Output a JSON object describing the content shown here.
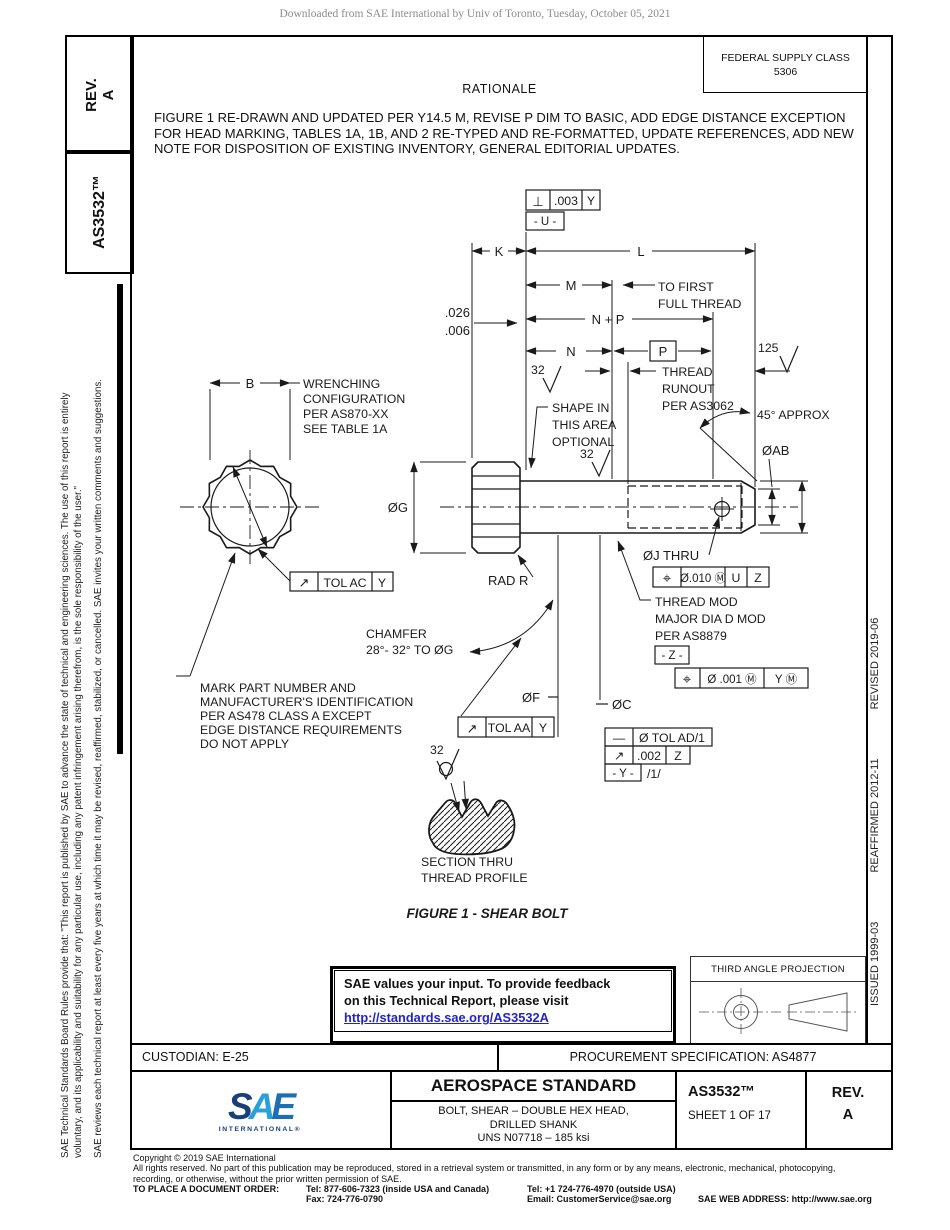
{
  "page": {
    "watermark": "Downloaded from SAE International by Univ of Toronto, Tuesday, October 05, 2021"
  },
  "colors": {
    "link_blue": "#2222cc",
    "logo_dark_blue": "#173f7c",
    "logo_light_blue": "#2aa0d8",
    "line_black": "#1a1a1a"
  },
  "sidebar": {
    "rev_label": "REV.",
    "rev_value": "A",
    "doc_number": "AS3532™",
    "boilerplate1a": "SAE Technical Standards Board Rules provide that: \"This report is published by SAE to advance the state of technical and engineering sciences. The use of this report is entirely",
    "boilerplate1b": "voluntary, and its applicability and suitability for any particular use, including any patent infringement arising therefrom, is the sole responsibility of the user.\"",
    "boilerplate2": "SAE reviews each technical report at least every five years at which time it may be revised, reaffirmed, stabilized, or cancelled. SAE invites your written comments and suggestions."
  },
  "header": {
    "fsc_label": "FEDERAL SUPPLY CLASS",
    "fsc_value": "5306",
    "rationale_title": "RATIONALE",
    "rationale_text": "FIGURE 1 RE-DRAWN AND UPDATED PER Y14.5 M, REVISE P DIM TO BASIC, ADD EDGE DISTANCE EXCEPTION FOR HEAD MARKING, TABLES 1A, 1B, AND 2 RE-TYPED AND RE-FORMATTED, UPDATE REFERENCES, ADD NEW NOTE FOR DISPOSITION OF EXISTING INVENTORY, GENERAL EDITORIAL UPDATES."
  },
  "figure": {
    "caption": "FIGURE 1 - SHEAR BOLT",
    "dims": {
      "B": "B",
      "K": "K",
      "L": "L",
      "M": "M",
      "N": "N",
      "P": "P",
      "NP": "N + P",
      "tol_upper": ".026",
      "tol_lower": ".006",
      "dia_g": "ØG",
      "dia_ab": "ØAB",
      "dia_c": "ØC",
      "dia_f": "ØF",
      "dia_j": "ØJ THRU",
      "rad_r": "RAD R",
      "angle": "45° APPROX",
      "f32": "32",
      "f125": "125"
    },
    "notes": {
      "to_first": [
        "TO FIRST",
        "FULL THREAD"
      ],
      "wrenching": [
        "WRENCHING",
        "CONFIGURATION",
        "PER AS870-XX",
        "SEE TABLE 1A"
      ],
      "shape": [
        "SHAPE IN",
        "THIS AREA",
        "OPTIONAL"
      ],
      "runout": [
        "THREAD",
        "RUNOUT",
        "PER AS3062"
      ],
      "thread_mod": [
        "THREAD MOD",
        "MAJOR DIA D MOD",
        "PER AS8879"
      ],
      "mark": [
        "MARK PART NUMBER AND",
        "MANUFACTURER'S IDENTIFICATION",
        "PER AS478 CLASS A EXCEPT",
        "EDGE DISTANCE REQUIREMENTS",
        "DO NOT APPLY"
      ],
      "chamfer": [
        "CHAMFER",
        "28°- 32° TO ØG"
      ],
      "section": [
        "SECTION THRU",
        "THREAD PROFILE"
      ]
    },
    "fcf": {
      "perp": [
        "⊥",
        ".003",
        "Y"
      ],
      "datum_u": "- U -",
      "datum_z": "- Z -",
      "datum_y": "- Y -",
      "datum_y_suffix": "/1/",
      "tol_ac": [
        "↗",
        "TOL AC",
        "Y"
      ],
      "tol_aa": [
        "↗",
        "TOL AA",
        "Y"
      ],
      "pos_hole": [
        "⌖",
        "Ø.010 Ⓜ",
        "U",
        "Z"
      ],
      "pos_thread": [
        "⌖",
        "Ø .001 Ⓜ",
        "Y Ⓜ"
      ],
      "straightness": [
        "—",
        "Ø TOL AD/1"
      ],
      "runout_002": [
        "↗",
        ".002",
        "Z"
      ]
    }
  },
  "feedback": {
    "line1": "SAE values your input. To provide feedback",
    "line2": "on this Technical Report, please visit",
    "link": "http://standards.sae.org/AS3532A"
  },
  "projection": {
    "title": "THIRD ANGLE PROJECTION"
  },
  "revision_strip": {
    "issued": "ISSUED 1999-03",
    "reaffirmed": "REAFFIRMED 2012-11",
    "revised": "REVISED 2019-06"
  },
  "title_block": {
    "custodian": "CUSTODIAN: E-25",
    "procurement": "PROCUREMENT SPECIFICATION: AS4877",
    "logo_s": "S",
    "logo_a": "A",
    "logo_e": "E",
    "logo_sub": "INTERNATIONAL®",
    "standard_type": "AEROSPACE STANDARD",
    "title_line1": "BOLT, SHEAR – DOUBLE HEX HEAD,",
    "title_line2": "DRILLED SHANK",
    "title_line3": "UNS N07718 – 185 ksi",
    "doc_number": "AS3532™",
    "sheet": "SHEET 1 OF 17",
    "rev_label": "REV.",
    "rev_value": "A"
  },
  "copyright": {
    "line1": "Copyright © 2019 SAE International",
    "line2": "All rights reserved. No part of this publication may be reproduced, stored in a retrieval system or transmitted, in any form or by any means, electronic, mechanical, photocopying,",
    "line3": "recording, or otherwise, without the prior written permission of SAE.",
    "order_label": "TO PLACE A DOCUMENT ORDER:",
    "tel1": "Tel: 877-606-7323 (inside USA and Canada)",
    "tel2": "Tel: +1 724-776-4970 (outside USA)",
    "fax": "Fax: 724-776-0790",
    "email": "Email: CustomerService@sae.org",
    "web": "SAE WEB ADDRESS: http://www.sae.org"
  }
}
